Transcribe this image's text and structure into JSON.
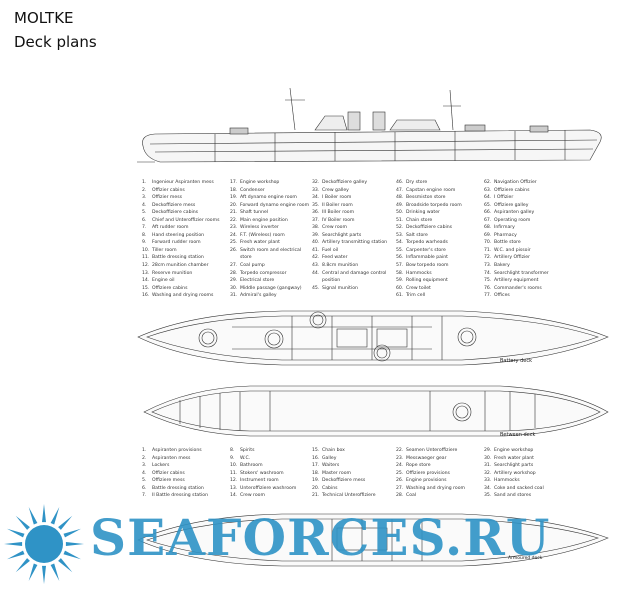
{
  "title": "MOLTKE",
  "subtitle": "Deck plans",
  "legend_top": {
    "columns": [
      [
        {
          "n": "1.",
          "t": "Ingenieur Aspiranten mess"
        },
        {
          "n": "2.",
          "t": "Offizier cabins"
        },
        {
          "n": "3.",
          "t": "Offizier mess"
        },
        {
          "n": "4.",
          "t": "Deckoffiziere mess"
        },
        {
          "n": "5.",
          "t": "Deckoffiziere cabins"
        },
        {
          "n": "6.",
          "t": "Chief and Unteroffizier rooms"
        },
        {
          "n": "7.",
          "t": "Aft rudder room"
        },
        {
          "n": "8.",
          "t": "Hand steering position"
        },
        {
          "n": "9.",
          "t": "Forward rudder room"
        },
        {
          "n": "10.",
          "t": "Tiller room"
        },
        {
          "n": "11.",
          "t": "Battle dressing station"
        },
        {
          "n": "12.",
          "t": "28cm munition chamber"
        },
        {
          "n": "13.",
          "t": "Reserve munition"
        },
        {
          "n": "14.",
          "t": "Engine oil"
        },
        {
          "n": "15.",
          "t": "Offiziere cabins"
        },
        {
          "n": "16.",
          "t": "Washing and drying rooms"
        }
      ],
      [
        {
          "n": "17.",
          "t": "Engine workshop"
        },
        {
          "n": "18.",
          "t": "Condenser"
        },
        {
          "n": "19.",
          "t": "Aft dynamo engine room"
        },
        {
          "n": "20.",
          "t": "Forward dynamo engine room"
        },
        {
          "n": "21.",
          "t": "Shaft tunnel"
        },
        {
          "n": "22.",
          "t": "Main engine position"
        },
        {
          "n": "23.",
          "t": "Wireless inverter"
        },
        {
          "n": "24.",
          "t": "F.T. (Wireless) room"
        },
        {
          "n": "25.",
          "t": "Fresh water plant"
        },
        {
          "n": "26.",
          "t": "Switch room and electrical"
        },
        {
          "n": "",
          "t": "store"
        },
        {
          "n": "27.",
          "t": "Coal pump"
        },
        {
          "n": "28.",
          "t": "Torpedo compressor"
        },
        {
          "n": "29.",
          "t": "Electrical store"
        },
        {
          "n": "30.",
          "t": "Middle passage (gangway)"
        },
        {
          "n": "31.",
          "t": "Admiral's galley"
        }
      ],
      [
        {
          "n": "32.",
          "t": "Deckoffiziere galley"
        },
        {
          "n": "33.",
          "t": "Crew galley"
        },
        {
          "n": "34.",
          "t": "I Boiler room"
        },
        {
          "n": "35.",
          "t": "II Boiler room"
        },
        {
          "n": "36.",
          "t": "III Boiler room"
        },
        {
          "n": "37.",
          "t": "IV Boiler room"
        },
        {
          "n": "38.",
          "t": "Crew room"
        },
        {
          "n": "39.",
          "t": "Searchlight parts"
        },
        {
          "n": "40.",
          "t": "Artillery transmitting station"
        },
        {
          "n": "41.",
          "t": "Fuel oil"
        },
        {
          "n": "42.",
          "t": "Feed water"
        },
        {
          "n": "43.",
          "t": "8.8cm munition"
        },
        {
          "n": "44.",
          "t": "Central and damage control"
        },
        {
          "n": "",
          "t": "position"
        },
        {
          "n": "45.",
          "t": "Signal munition"
        }
      ],
      [
        {
          "n": "46.",
          "t": "Dry store"
        },
        {
          "n": "47.",
          "t": "Capstan engine room"
        },
        {
          "n": "48.",
          "t": "Bessmiston store"
        },
        {
          "n": "49.",
          "t": "Broadside torpedo room"
        },
        {
          "n": "50.",
          "t": "Drinking water"
        },
        {
          "n": "51.",
          "t": "Chain store"
        },
        {
          "n": "52.",
          "t": "Deckoffiziere cabins"
        },
        {
          "n": "53.",
          "t": "Salt store"
        },
        {
          "n": "54.",
          "t": "Torpedo warheads"
        },
        {
          "n": "55.",
          "t": "Carpenter's store"
        },
        {
          "n": "56.",
          "t": "Inflammable paint"
        },
        {
          "n": "57.",
          "t": "Bow torpedo room"
        },
        {
          "n": "58.",
          "t": "Hammocks"
        },
        {
          "n": "59.",
          "t": "Rolling equipment"
        },
        {
          "n": "60.",
          "t": "Crew toilet"
        },
        {
          "n": "61.",
          "t": "Trim cell"
        }
      ],
      [
        {
          "n": "62.",
          "t": "Navigation Offizier"
        },
        {
          "n": "63.",
          "t": "Offiziere cabins"
        },
        {
          "n": "64.",
          "t": "I Offizier"
        },
        {
          "n": "65.",
          "t": "Offiziere galley"
        },
        {
          "n": "66.",
          "t": "Aspiranten galley"
        },
        {
          "n": "67.",
          "t": "Operating room"
        },
        {
          "n": "68.",
          "t": "Infirmary"
        },
        {
          "n": "69.",
          "t": "Pharmacy"
        },
        {
          "n": "70.",
          "t": "Bottle store"
        },
        {
          "n": "71.",
          "t": "W.C. and pissoir"
        },
        {
          "n": "72.",
          "t": "Artillery Offizier"
        },
        {
          "n": "73.",
          "t": "Bakery"
        },
        {
          "n": "74.",
          "t": "Searchlight transformer"
        },
        {
          "n": "75.",
          "t": "Artillery equipment"
        },
        {
          "n": "76.",
          "t": "Commander's rooms"
        },
        {
          "n": "77.",
          "t": "Offices"
        }
      ]
    ]
  },
  "legend_bottom": {
    "columns": [
      [
        {
          "n": "1.",
          "t": "Aspiranten provisions"
        },
        {
          "n": "2.",
          "t": "Aspiranten mess"
        },
        {
          "n": "3.",
          "t": "Lockers"
        },
        {
          "n": "4.",
          "t": "Offizier cabins"
        },
        {
          "n": "5.",
          "t": "Offiziere mess"
        },
        {
          "n": "6.",
          "t": "Battle dressing station"
        },
        {
          "n": "7.",
          "t": "II Battle dressing station"
        }
      ],
      [
        {
          "n": "8.",
          "t": "Spirits"
        },
        {
          "n": "9.",
          "t": "W.C."
        },
        {
          "n": "10.",
          "t": "Bathroom"
        },
        {
          "n": "11.",
          "t": "Stokers' washroom"
        },
        {
          "n": "12.",
          "t": "Instrument room"
        },
        {
          "n": "13.",
          "t": "Unteroffiziere washroom"
        },
        {
          "n": "14.",
          "t": "Crew room"
        }
      ],
      [
        {
          "n": "15.",
          "t": "Chain box"
        },
        {
          "n": "16.",
          "t": "Galley"
        },
        {
          "n": "17.",
          "t": "Waiters"
        },
        {
          "n": "18.",
          "t": "Master room"
        },
        {
          "n": "19.",
          "t": "Deckoffiziere mess"
        },
        {
          "n": "20.",
          "t": "Cabins"
        },
        {
          "n": "21.",
          "t": "Technical Unteroffiziere"
        }
      ],
      [
        {
          "n": "22.",
          "t": "Seamen Unteroffiziere"
        },
        {
          "n": "23.",
          "t": "Messwaeger gear"
        },
        {
          "n": "24.",
          "t": "Rope store"
        },
        {
          "n": "25.",
          "t": "Offiziere provisions"
        },
        {
          "n": "26.",
          "t": "Engine provisions"
        },
        {
          "n": "27.",
          "t": "Washing and drying room"
        },
        {
          "n": "28.",
          "t": "Coal"
        }
      ],
      [
        {
          "n": "29.",
          "t": "Engine workshop"
        },
        {
          "n": "30.",
          "t": "Fresh water plant"
        },
        {
          "n": "31.",
          "t": "Searchlight parts"
        },
        {
          "n": "32.",
          "t": "Artillery workshop"
        },
        {
          "n": "33.",
          "t": "Hammocks"
        },
        {
          "n": "34.",
          "t": "Coke and sacked coal"
        },
        {
          "n": "35.",
          "t": "Sand and stores"
        }
      ]
    ]
  },
  "decks": {
    "battery": "Battery deck",
    "between": "Between deck",
    "armoured": "Armoured deck"
  },
  "watermark": {
    "text": "SEAFORCES.RU",
    "color": "#2f93c6"
  }
}
